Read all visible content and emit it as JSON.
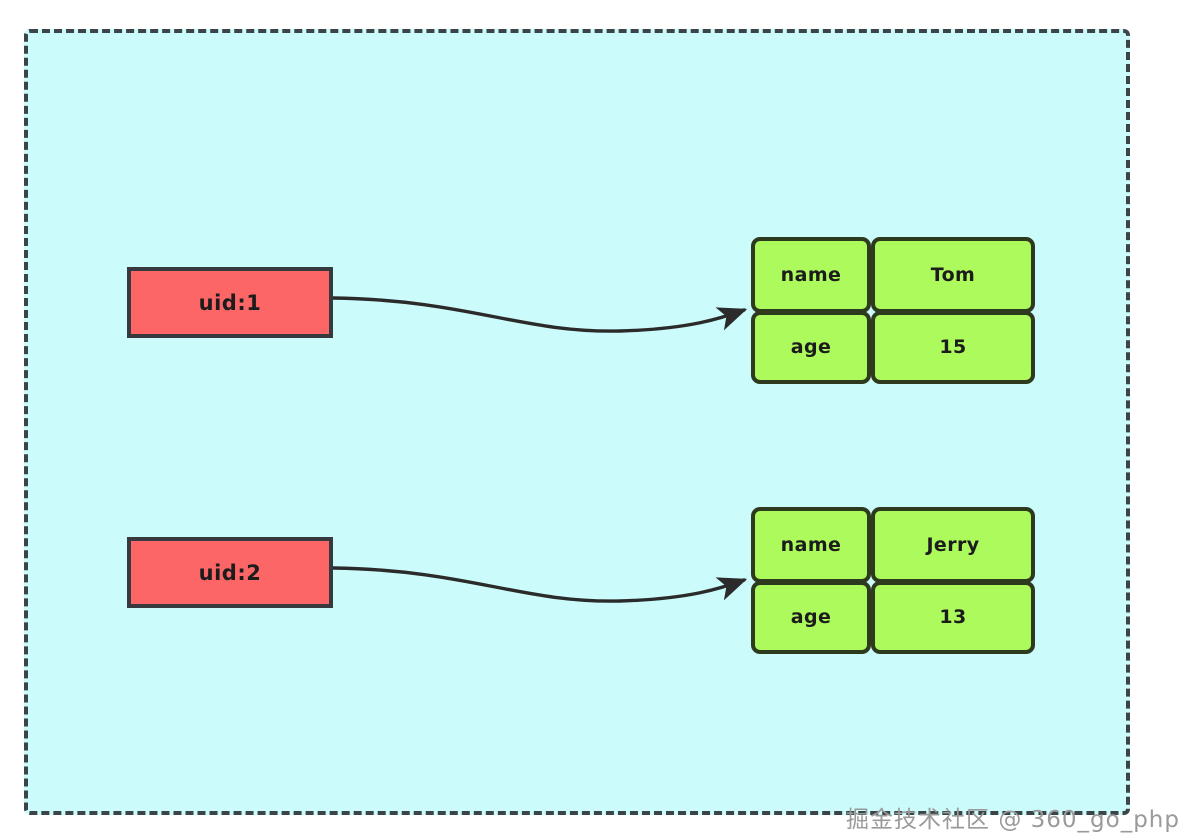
{
  "diagram": {
    "title": "hash-structure-diagram",
    "container": {
      "name": "dashed-container",
      "fill_color": "#ccfbfb",
      "border_color": "#3b4547",
      "border_style": "dashed"
    },
    "colors": {
      "background": "#ccfbfb",
      "key_fill": "#fc6666",
      "key_border": "#36393d",
      "table_fill": "#adfa5c",
      "table_border": "#2e3a1e",
      "edge": "#2b2b2b",
      "watermark": "#9a9a9a"
    },
    "keys": [
      {
        "label": "uid:1"
      },
      {
        "label": "uid:2"
      }
    ],
    "tables": [
      {
        "rows": [
          {
            "field": "name",
            "value": "Tom"
          },
          {
            "field": "age",
            "value": "15"
          }
        ]
      },
      {
        "rows": [
          {
            "field": "name",
            "value": "Jerry"
          },
          {
            "field": "age",
            "value": "13"
          }
        ]
      }
    ],
    "edges": [
      {
        "name": "edge-uid1-to-table1",
        "from": "uid:1",
        "to": "Tom/15 hash"
      },
      {
        "name": "edge-uid2-to-table2",
        "from": "uid:2",
        "to": "Jerry/13 hash"
      }
    ],
    "watermark": "掘金技术社区 @ 360_go_php"
  }
}
